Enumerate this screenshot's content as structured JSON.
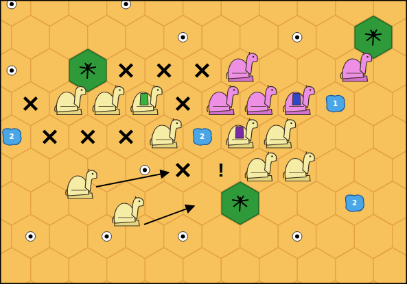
{
  "diagram": {
    "labels": [
      "1",
      "2",
      "2",
      "!",
      "2"
    ]
  }
}
